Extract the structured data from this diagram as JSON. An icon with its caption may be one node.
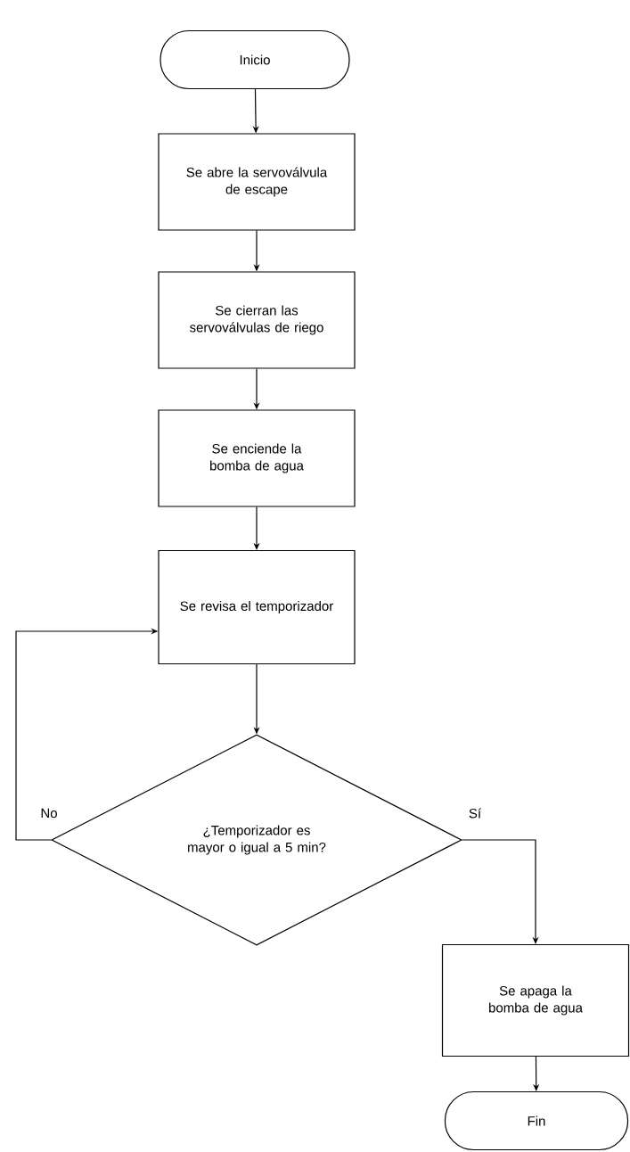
{
  "diagram": {
    "nodes": [
      {
        "text": [
          "Inicio"
        ]
      },
      {
        "text": [
          "Se abre la servoválvula de escape"
        ]
      },
      {
        "text": [
          "Se cierran las servoválvulas de riego"
        ]
      },
      {
        "text": [
          "Se enciende la bomba de agua"
        ]
      },
      {
        "text": [
          "Se revisa el temporizador"
        ]
      },
      {
        "text": [
          "¿Temporizador es mayor o igual a 5 min?"
        ]
      },
      {
        "text": [
          "Se apaga la bomba de agua"
        ]
      },
      {
        "text": [
          "Fin"
        ]
      }
    ],
    "edges": [
      {
        "from": 0,
        "to": 1,
        "arrow": "to"
      },
      {
        "from": 1,
        "to": 2,
        "arrow": "to"
      },
      {
        "from": 2,
        "to": 3,
        "arrow": "to"
      },
      {
        "from": 3,
        "to": 4,
        "arrow": "to"
      },
      {
        "from": 4,
        "to": 5,
        "arrow": "to"
      },
      {
        "from": 5,
        "to": 4,
        "arrow": "to",
        "label": "No"
      },
      {
        "from": 5,
        "to": 6,
        "arrow": "to",
        "label": "Sí"
      },
      {
        "from": 6,
        "to": 7,
        "arrow": "to"
      }
    ]
  }
}
